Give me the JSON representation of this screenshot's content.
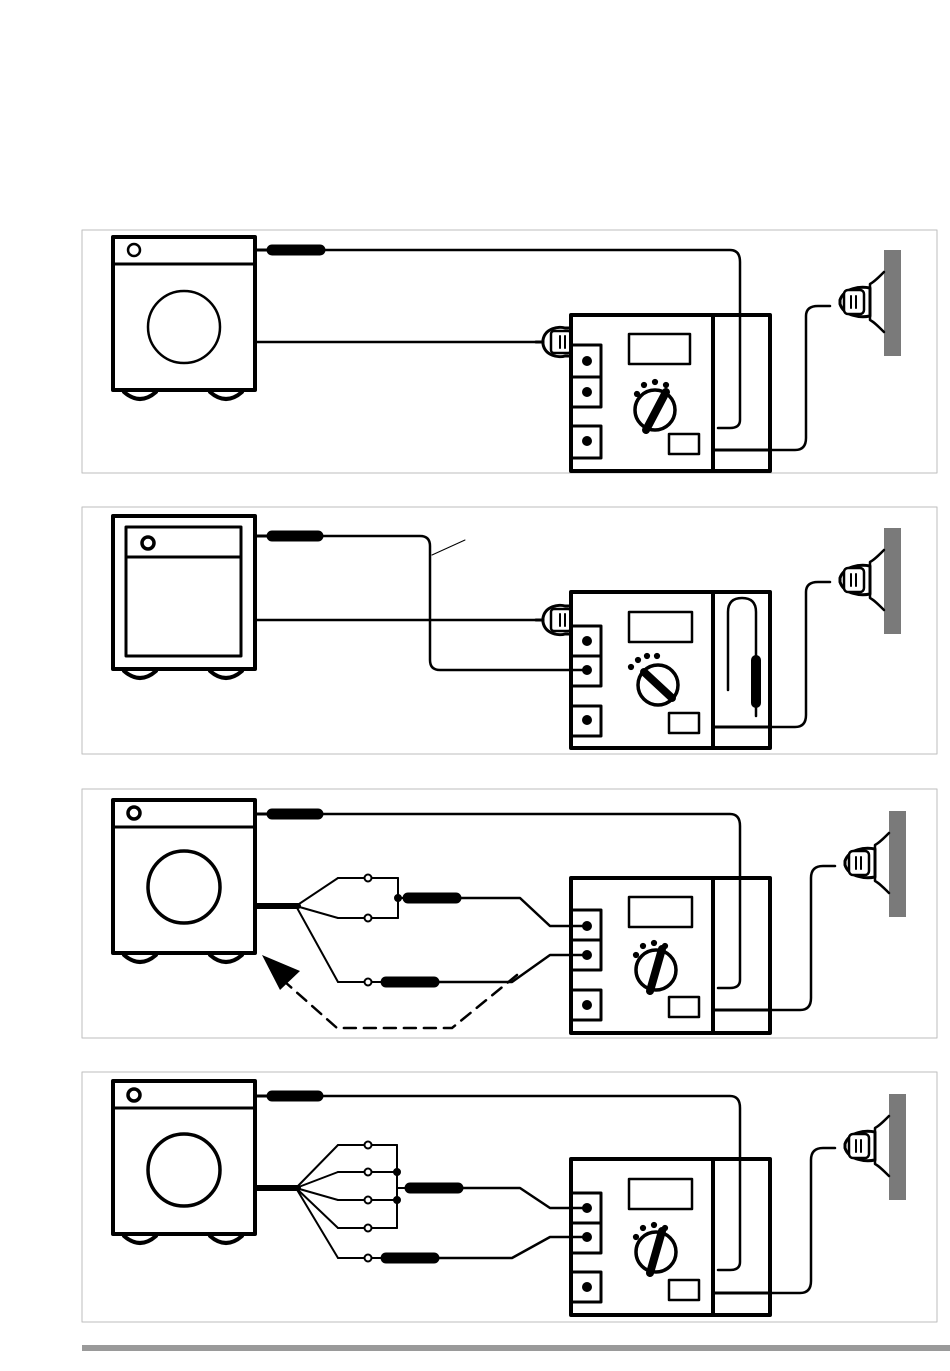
{
  "colors": {
    "ink": "#000000",
    "panel_border": "#bdbdbd",
    "wall": "#7a7a7a",
    "footer_rule": "#9a9a9a",
    "background": "#ffffff"
  },
  "icons": {
    "washer": "washing-machine-icon",
    "dryer": "dryer-icon",
    "tester": "tester-icon",
    "socket": "wall-socket-icon",
    "plug": "plug-icon",
    "arrow": "arrow-icon"
  },
  "panels": [
    {
      "id": "panel-1",
      "appliance": "washer",
      "connection": "direct"
    },
    {
      "id": "panel-2",
      "appliance": "dryer",
      "connection": "probe-lead"
    },
    {
      "id": "panel-3",
      "appliance": "washer",
      "connection": "fork-two-pins"
    },
    {
      "id": "panel-4",
      "appliance": "washer",
      "connection": "fork-five-pins"
    }
  ]
}
